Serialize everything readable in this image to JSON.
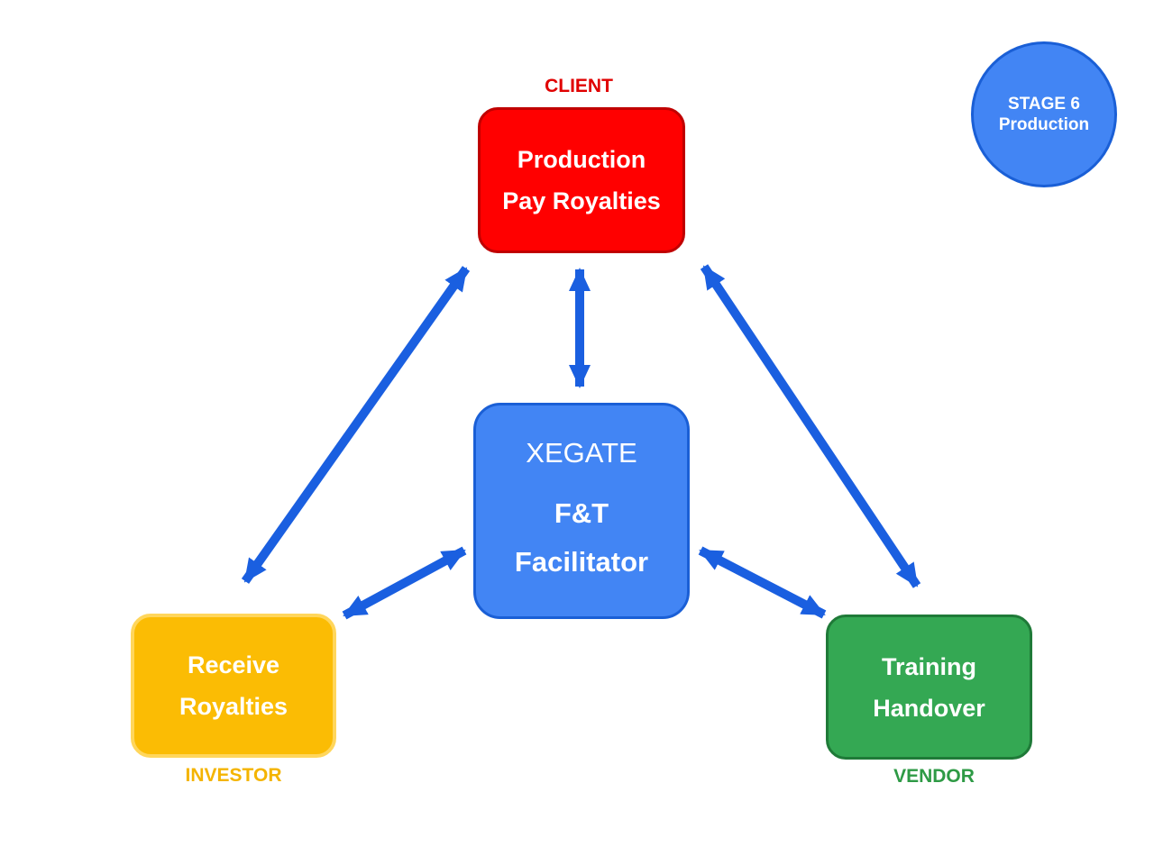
{
  "stage": {
    "line1": "STAGE 6",
    "line2": "Production"
  },
  "client": {
    "role": "CLIENT",
    "line1": "Production",
    "line2": "Pay Royalties"
  },
  "facilitator": {
    "brand": "XEGATE",
    "line1": "F&T",
    "line2": "Facilitator"
  },
  "investor": {
    "role": "INVESTOR",
    "line1": "Receive",
    "line2": "Royalties"
  },
  "vendor": {
    "role": "VENDOR",
    "line1": "Training",
    "line2": "Handover"
  },
  "connections": [
    {
      "from": "client",
      "to": "facilitator",
      "direction": "bidirectional"
    },
    {
      "from": "client",
      "to": "investor",
      "direction": "bidirectional"
    },
    {
      "from": "client",
      "to": "vendor",
      "direction": "bidirectional"
    },
    {
      "from": "facilitator",
      "to": "investor",
      "direction": "bidirectional"
    },
    {
      "from": "facilitator",
      "to": "vendor",
      "direction": "bidirectional"
    }
  ],
  "colors": {
    "client": "#ff0000",
    "facilitator": "#4285f4",
    "investor": "#fbbc04",
    "vendor": "#34a853",
    "arrow": "#1a5fe0",
    "client_label": "#e00000",
    "investor_label": "#f4b400",
    "vendor_label": "#2e9a45"
  }
}
